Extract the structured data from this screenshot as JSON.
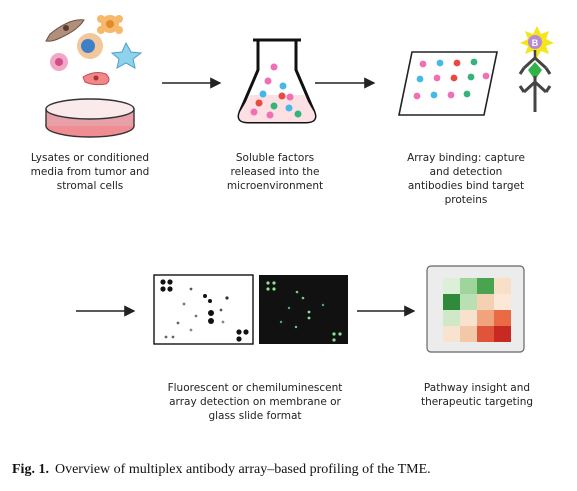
{
  "steps": [
    {
      "lines": [
        "Lysates or conditioned",
        "media from tumor and",
        "stromal cells"
      ]
    },
    {
      "lines": [
        "Soluble factors",
        "released into the",
        "microenvironment"
      ]
    },
    {
      "lines": [
        "Array binding: capture",
        "and detection",
        "antibodies bind target",
        "proteins"
      ]
    },
    {
      "lines": [
        "Fluorescent or chemiluminescent",
        "array detection on membrane or",
        "glass slide format"
      ]
    },
    {
      "lines": [
        "Pathway insight and",
        "therapeutic targeting"
      ]
    }
  ],
  "badge_letter": "B",
  "caption": {
    "label": "Fig. 1.",
    "text": "Overview of multiplex antibody array–based profiling of the TME."
  },
  "colors": {
    "dish": "#e8a0a8",
    "arrow": "#222222",
    "burst": "#f5e61a",
    "badge": "#b58ad6",
    "antibody": "#444444",
    "antigen": "#33b24a",
    "glass": "#111111",
    "glow": "#6fd08a",
    "heatmap": [
      [
        "#dcefd8",
        "#9fd49b",
        "#4aa44f",
        "#f7dfc8"
      ],
      [
        "#2f8a3c",
        "#b9e0b2",
        "#f3d1b2",
        "#fbe8d6"
      ],
      [
        "#cfe9c8",
        "#f7e2cd",
        "#f0a37d",
        "#e96a45"
      ],
      [
        "#f8e3d0",
        "#f3c8a6",
        "#e0553a",
        "#c82a22"
      ]
    ]
  }
}
